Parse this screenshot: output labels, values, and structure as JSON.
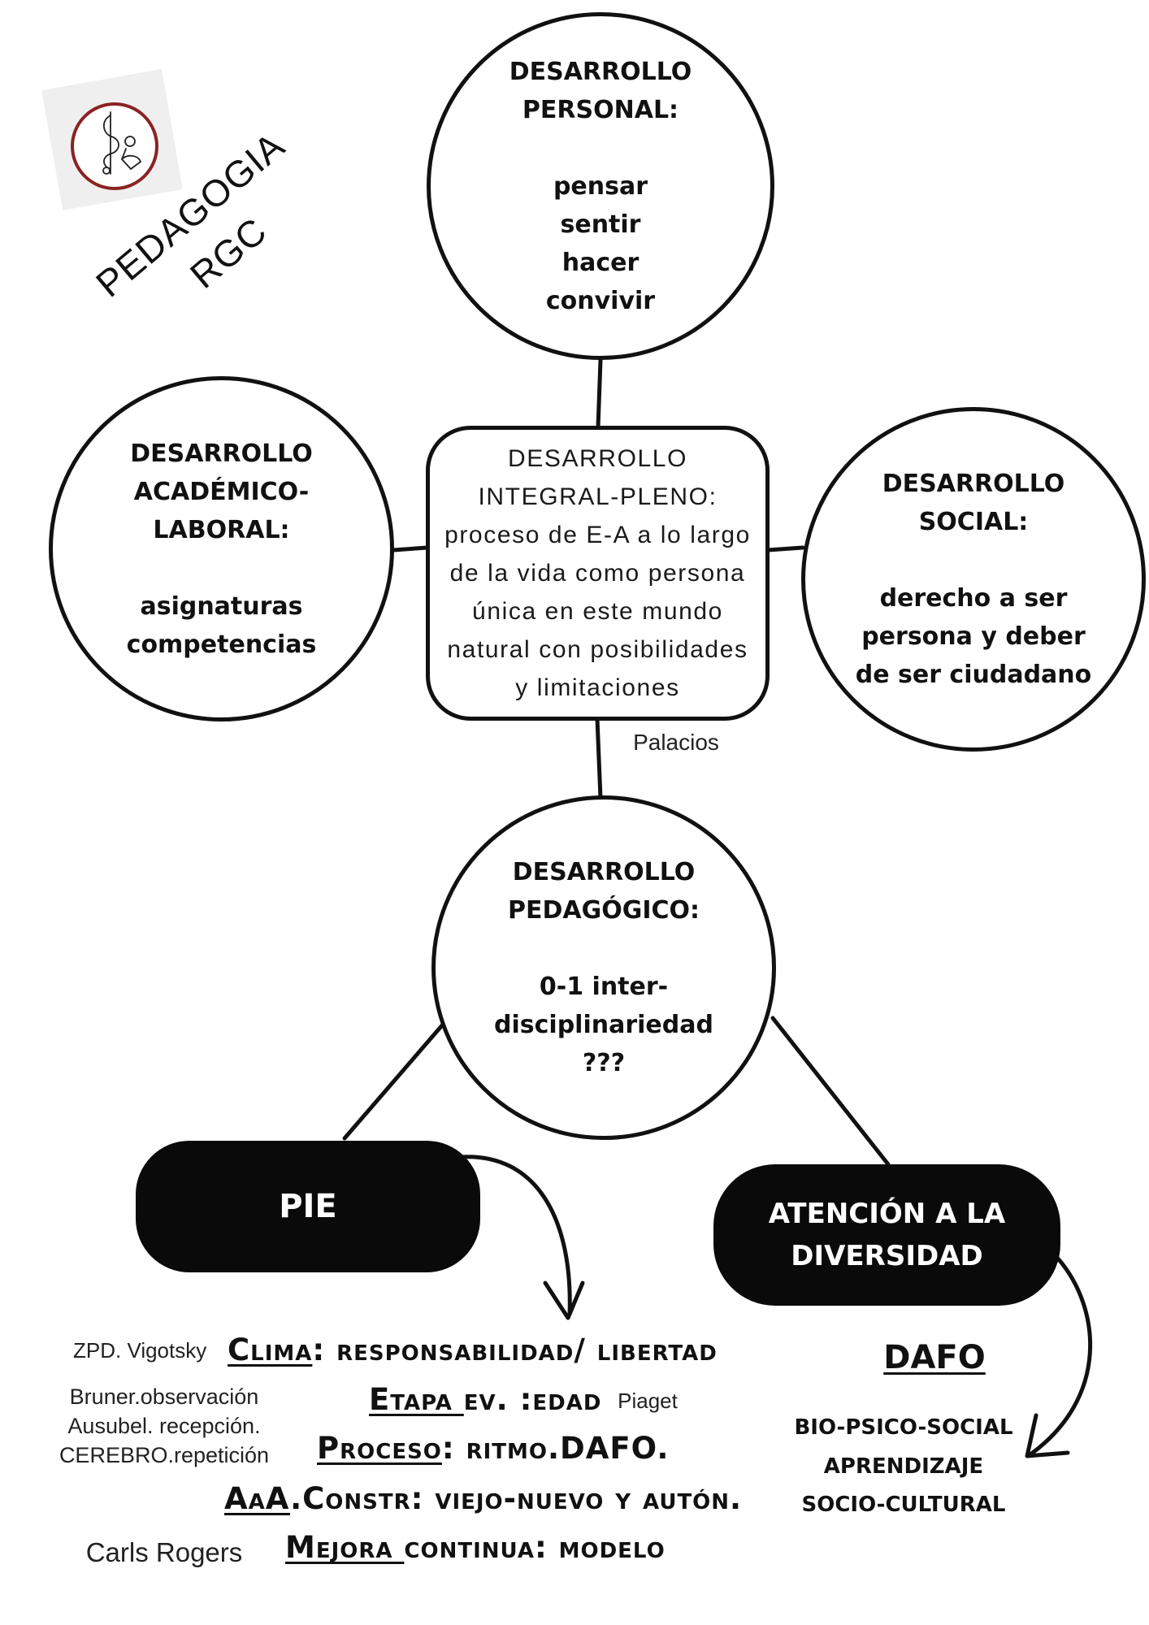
{
  "logo": {
    "line1": "PEDAGOGIA",
    "line2": "RGC",
    "icon": "logo-figure-icon",
    "ring_color": "#8b2222"
  },
  "nodes": {
    "personal": {
      "title": [
        "DESARROLLO",
        "PERSONAL:"
      ],
      "items": [
        "pensar",
        "sentir",
        "hacer",
        "convivir"
      ]
    },
    "academico": {
      "title": [
        "DESARROLLO",
        "ACADÉMICO-",
        "LABORAL:"
      ],
      "items": [
        "asignaturas",
        "competencias"
      ]
    },
    "integral": {
      "lines": [
        "DESARROLLO",
        "INTEGRAL-PLENO:",
        "proceso de E-A a lo largo",
        "de la vida como persona",
        "única en este mundo",
        "natural con posibilidades",
        "y limitaciones"
      ],
      "note": "Palacios"
    },
    "social": {
      "title": [
        "DESARROLLO",
        "SOCIAL:"
      ],
      "items": [
        "derecho a ser",
        "persona y deber",
        "de ser ciudadano"
      ]
    },
    "pedagogico": {
      "title": [
        "DESARROLLO",
        "PEDAGÓGICO:"
      ],
      "items": [
        "0-1 inter-",
        "disciplinariedad",
        "???"
      ]
    }
  },
  "pie": {
    "label": "PIE"
  },
  "pie_notes": {
    "clima": {
      "key": "Clima",
      "rest": ": responsabilidad/ libertad"
    },
    "etapa": {
      "key": "Etapa ",
      "rest": "ev. :edad"
    },
    "proceso": {
      "key": "Proceso",
      "rest": ": ritmo.DAFO."
    },
    "aaa": {
      "key": "AaA",
      "rest": ".Constr: viejo-nuevo y autón."
    },
    "mejora": {
      "key": "Mejora ",
      "rest": "continua: modelo"
    }
  },
  "authors": {
    "vigotsky": "ZPD. Vigotsky",
    "bruner": "Bruner.observación",
    "ausubel": "Ausubel. recepción.",
    "cerebro": "CEREBRO.repetición",
    "piaget": "Piaget",
    "rogers": "Carls Rogers"
  },
  "diversidad": {
    "label_lines": [
      "ATENCIÓN A LA",
      "DIVERSIDAD"
    ],
    "dafo": "DAFO",
    "items": [
      "BIO-PSICO-SOCIAL",
      "APRENDIZAJE",
      "SOCIO-CULTURAL"
    ]
  }
}
